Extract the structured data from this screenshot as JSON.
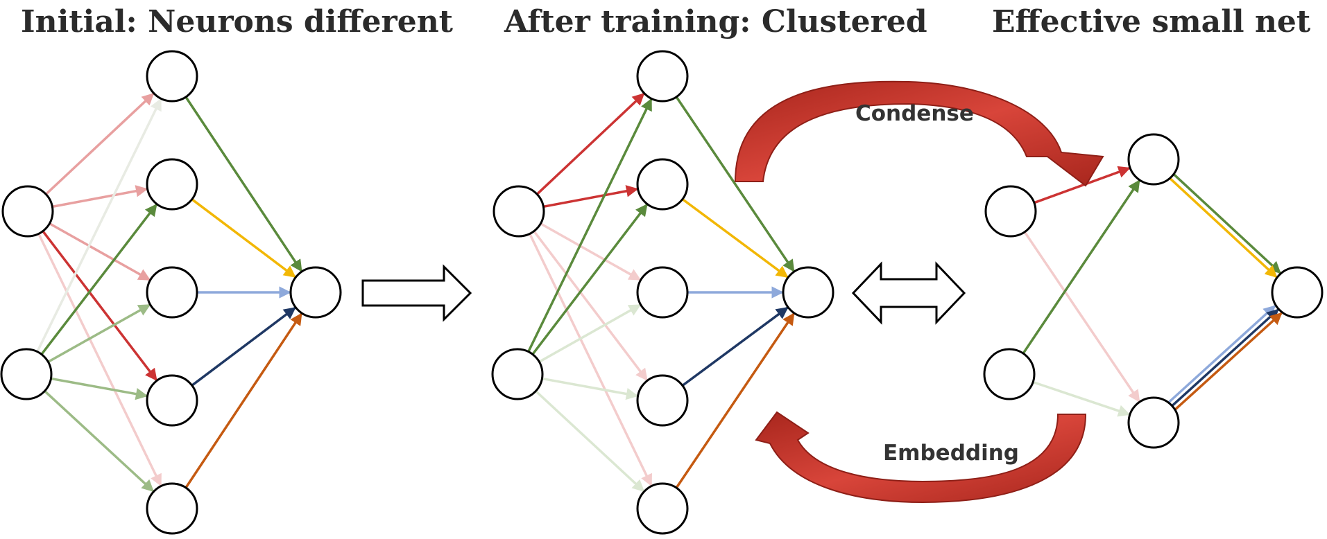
{
  "titles": {
    "initial": "Initial: Neurons different",
    "trained": "After training: Clustered",
    "small": "Effective small net"
  },
  "labels": {
    "condense": "Condense",
    "embedding": "Embedding"
  },
  "colors": {
    "red": "#cc3333",
    "red_light": "#e8a0a0",
    "red_faint": "#f3cccc",
    "green": "#5a8a3c",
    "green_light": "#9cbb86",
    "green_faint": "#dbe7d2",
    "gray_faint": "#e8ebe3",
    "yellow": "#f2b705",
    "blue_light": "#8ea9db",
    "navy": "#1f3864",
    "orange": "#c55a11",
    "curve_arrow": "#c9372c"
  }
}
